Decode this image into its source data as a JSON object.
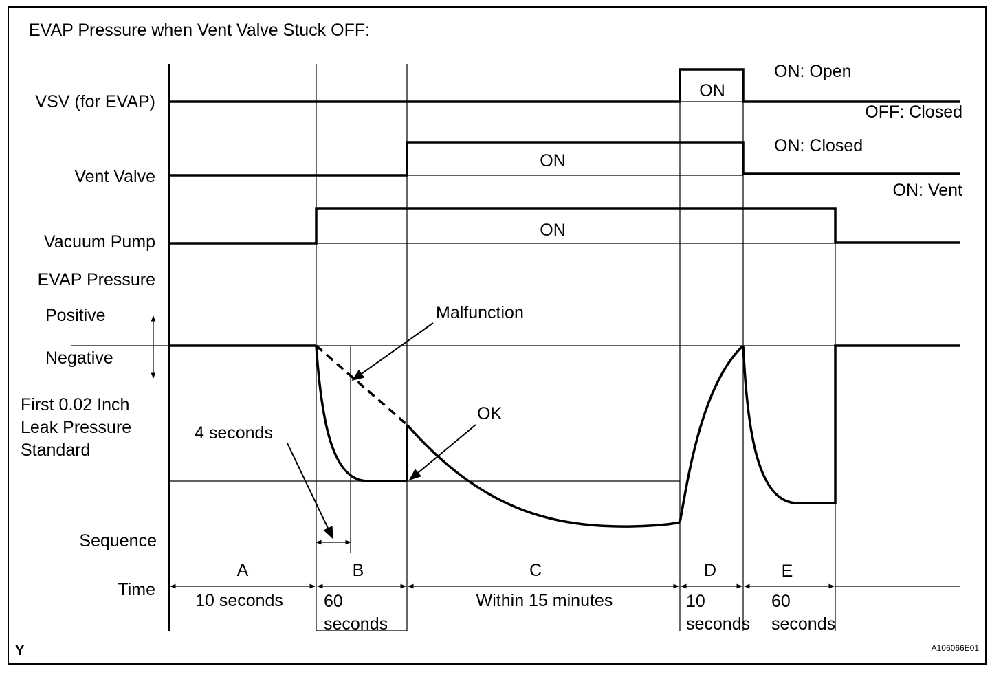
{
  "title": "EVAP Pressure when Vent Valve Stuck OFF:",
  "signals": {
    "vsv": "VSV (for EVAP)",
    "vent_valve": "Vent Valve",
    "vacuum_pump": "Vacuum Pump",
    "evap_pressure": "EVAP Pressure"
  },
  "pressure_axis": {
    "positive": "Positive",
    "negative": "Negative"
  },
  "leak_standard": [
    "First 0.02 Inch",
    "Leak Pressure",
    "Standard"
  ],
  "state_labels": {
    "vsv_on": "ON",
    "vent_on": "ON",
    "pump_on": "ON",
    "vsv_on_desc": "ON: Open",
    "vsv_off_desc": "OFF: Closed",
    "vent_on_desc": "ON: Closed",
    "vent_off_desc": "ON: Vent"
  },
  "annotations": {
    "malfunction": "Malfunction",
    "ok": "OK",
    "four_seconds": "4 seconds"
  },
  "sequence_label": "Sequence",
  "time_label": "Time",
  "sequence": [
    {
      "id": "A",
      "duration": [
        "10 seconds"
      ]
    },
    {
      "id": "B",
      "duration": [
        "60",
        "seconds"
      ]
    },
    {
      "id": "C",
      "duration": [
        "Within 15 minutes"
      ]
    },
    {
      "id": "D",
      "duration": [
        "10",
        "seconds"
      ]
    },
    {
      "id": "E",
      "duration": [
        "60",
        "seconds"
      ]
    }
  ],
  "corner_mark": "Y",
  "figure_id": "A106066E01"
}
